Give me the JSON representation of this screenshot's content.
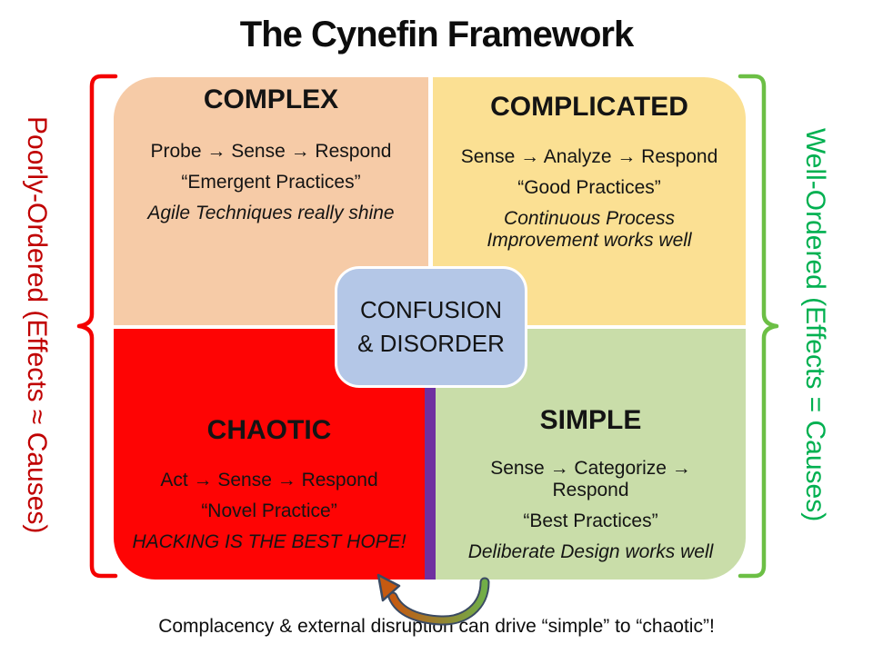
{
  "title": "The Cynefin Framework",
  "left_axis": {
    "label": "Poorly-Ordered (Effects ≈ Causes)",
    "text_color": "#C00000",
    "bracket_color": "#F40000"
  },
  "right_axis": {
    "label": "Well-Ordered (Effects = Causes)",
    "text_color": "#00B050",
    "bracket_color": "#6CBF45"
  },
  "quadrants": {
    "complex": {
      "title": "COMPLEX",
      "line1": "Probe → Sense → Respond",
      "line2": "“Emergent Practices”",
      "line3": "Agile Techniques really shine",
      "bg": "#F6CBA7"
    },
    "complicated": {
      "title": "COMPLICATED",
      "line1": "Sense → Analyze → Respond",
      "line2": "“Good Practices”",
      "line3": "Continuous Process Improvement works well",
      "bg": "#FBE093"
    },
    "chaotic": {
      "title": "CHAOTIC",
      "line1": "Act → Sense → Respond",
      "line2": "“Novel Practice”",
      "line3": "HACKING IS THE BEST HOPE!",
      "bg": "#FE0404"
    },
    "simple": {
      "title": "SIMPLE",
      "line1": "Sense → Categorize → Respond",
      "line2": "“Best Practices”",
      "line3": "Deliberate Design works well",
      "bg": "#C9DDA9"
    }
  },
  "center_box": {
    "line1": "CONFUSION",
    "line2": "& DISORDER",
    "bg": "#B4C7E7"
  },
  "divider_color": "#7030A0",
  "arrow": {
    "meaning": "simple-to-chaotic",
    "orange": "#C55A11",
    "green": "#71AE48",
    "outline": "#3A4A63"
  },
  "caption": "Complacency & external disruption can drive “simple” to “chaotic”!"
}
